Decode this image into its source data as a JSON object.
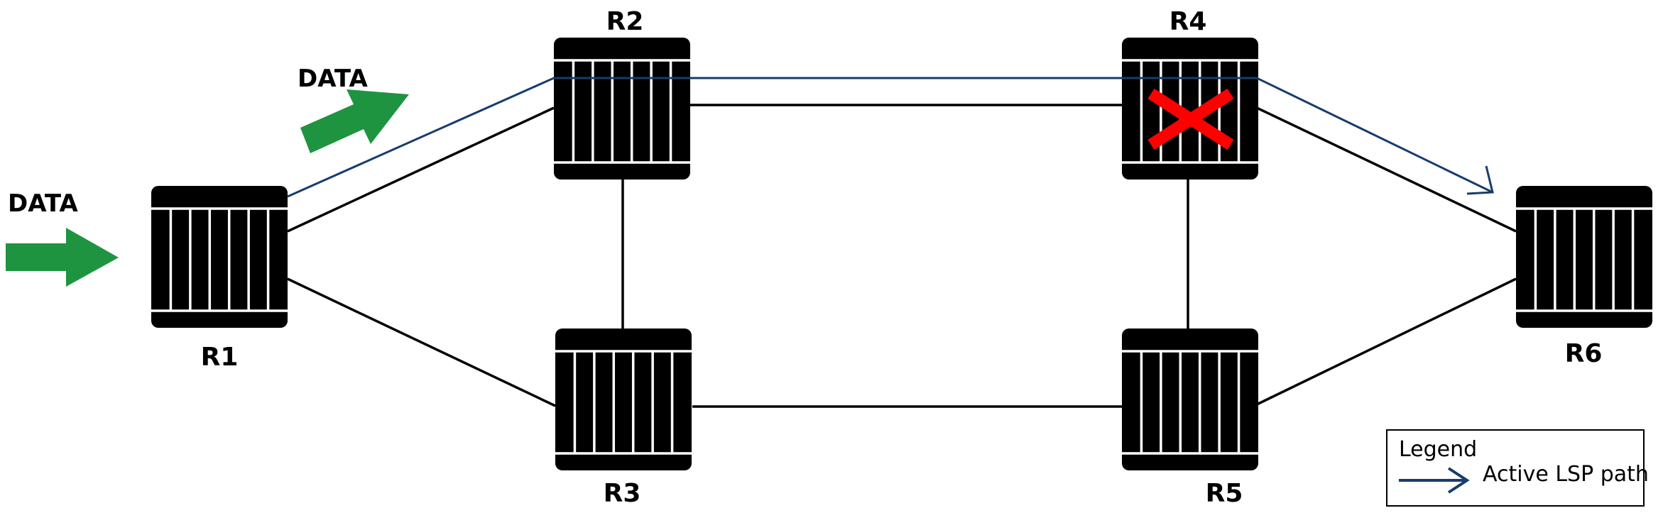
{
  "routers": [
    {
      "id": "R1",
      "label": "R1"
    },
    {
      "id": "R2",
      "label": "R2"
    },
    {
      "id": "R3",
      "label": "R3"
    },
    {
      "id": "R4",
      "label": "R4",
      "failed": true
    },
    {
      "id": "R5",
      "label": "R5"
    },
    {
      "id": "R6",
      "label": "R6"
    }
  ],
  "links": [
    {
      "from": "R1",
      "to": "R2"
    },
    {
      "from": "R1",
      "to": "R3"
    },
    {
      "from": "R2",
      "to": "R3"
    },
    {
      "from": "R2",
      "to": "R4"
    },
    {
      "from": "R4",
      "to": "R5"
    },
    {
      "from": "R3",
      "to": "R5"
    },
    {
      "from": "R4",
      "to": "R6"
    },
    {
      "from": "R5",
      "to": "R6"
    }
  ],
  "lsp_path": [
    "R1",
    "R2",
    "R4",
    "R6"
  ],
  "data_labels": [
    "DATA",
    "DATA"
  ],
  "legend": {
    "title": "Legend",
    "entry": "Active LSP path"
  },
  "colors": {
    "router": "#000000",
    "link": "#000000",
    "lsp": "#173c6e",
    "data_arrow": "#1f9440",
    "failure_mark": "#ff0000"
  }
}
